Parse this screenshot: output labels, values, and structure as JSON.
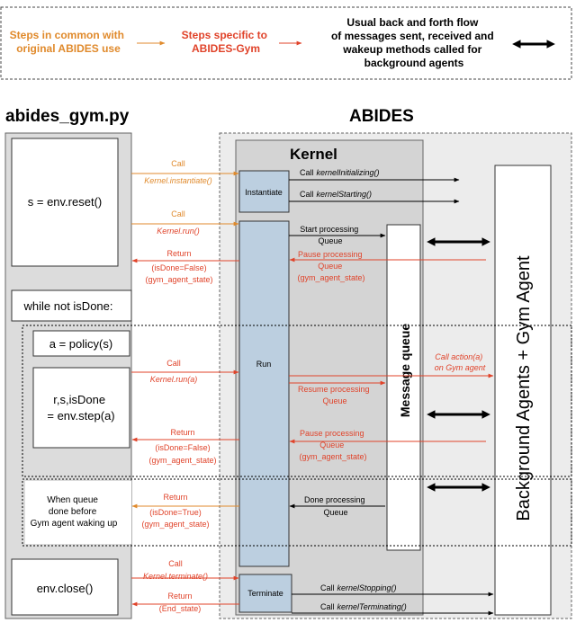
{
  "legend": {
    "orange_text": [
      "Steps  in common with",
      "original ABIDES use"
    ],
    "red_text": [
      "Steps specific to",
      "ABIDES-Gym"
    ],
    "black_text": [
      "Usual back and forth flow",
      "of messages sent, received and",
      "wakeup methods called for",
      "background agents"
    ]
  },
  "titles": {
    "left": "abides_gym.py",
    "right": "ABIDES"
  },
  "gym": {
    "reset": "s = env.reset()",
    "while": "while not isDone:",
    "policy": "a = policy(s)",
    "step": [
      "r,s,isDone",
      "= env.step(a)"
    ],
    "queue_done": [
      "When queue",
      "done before",
      "Gym agent waking up"
    ],
    "close": "env.close()"
  },
  "kernel": {
    "title": "Kernel",
    "instantiate": "Instantiate",
    "run": "Run",
    "terminate": "Terminate"
  },
  "message_queue": "Message queue",
  "agents": "Background Agents + Gym Agent",
  "arrows": {
    "call1": "Call",
    "instantiate_call": "Kernel.instantiate()",
    "call2": "Call",
    "run_call": "Kernel.run()",
    "return1": "Return",
    "return1_a": "(isDone=False)",
    "return1_b": "(gym_agent_state)",
    "call3": "Call",
    "run_call_a": "Kernel.run(a)",
    "return2": "Return",
    "return2_a": "(isDone=False)",
    "return2_b": "(gym_agent_state)",
    "return3": "Return",
    "return3_a": "(isDone=True)",
    "return3_b": "(gym_agent_state)",
    "call4": "Call",
    "terminate_call": "Kernel.terminate()",
    "return4": "Return",
    "return4_a": "(End_state)"
  },
  "kernel_messages": {
    "init_call": "Call",
    "init_method": "kernelInitializing()",
    "start_call": "Call",
    "start_method": "kernelStarting()",
    "start_proc": [
      "Start processing",
      "Queue"
    ],
    "pause1": [
      "Pause processing",
      "Queue",
      "(gym_agent_state)"
    ],
    "action_call": [
      "Call  action(a)",
      "on Gym agent"
    ],
    "resume": [
      "Resume processing",
      "Queue"
    ],
    "pause2": [
      "Pause processing",
      "Queue",
      "(gym_agent_state)"
    ],
    "done_proc": [
      "Done processing",
      "Queue"
    ],
    "stop_call": "Call",
    "stop_method": "kernelStopping()",
    "term_call": "Call",
    "term_method": "kernelTerminating()"
  },
  "colors": {
    "orange": "#e08a2c",
    "red": "#e0432a",
    "run_box": "#bccfe0",
    "kernel_bg": "#d4d4d4",
    "abides_bg": "#ececec",
    "gym_bg": "#dcdcdc"
  }
}
